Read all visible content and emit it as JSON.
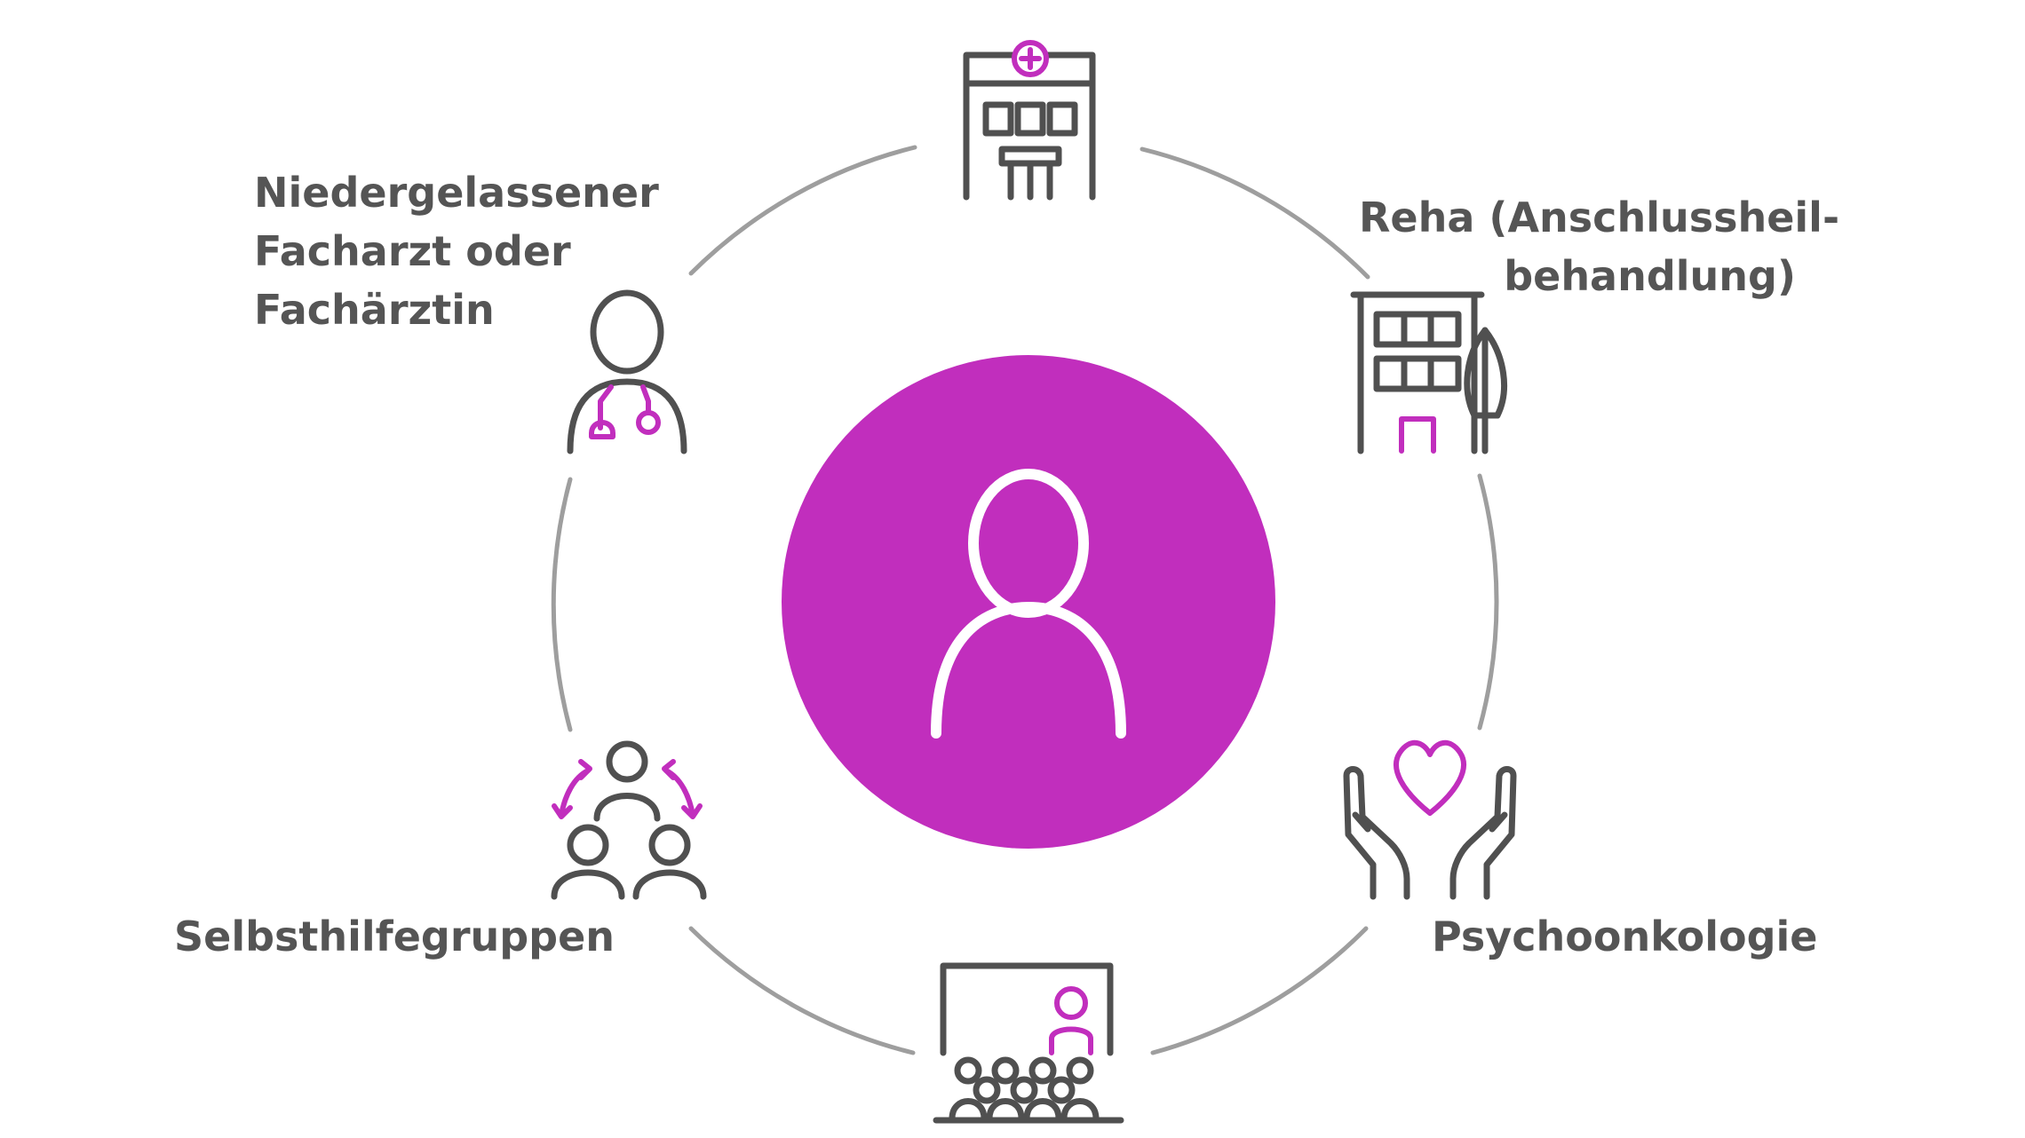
{
  "colors": {
    "accent": "#c12ebd",
    "icon_stroke": "#505050",
    "ring": "#9e9e9e",
    "label_text": "#555555",
    "background": "#ffffff"
  },
  "center": {
    "icon": "person-icon"
  },
  "nodes": [
    {
      "id": "hospital",
      "icon": "hospital-icon",
      "label_lines": []
    },
    {
      "id": "rehab",
      "icon": "rehab-building-icon",
      "label_lines": [
        "Reha (Anschlussheil-",
        "behandlung)"
      ]
    },
    {
      "id": "psychooncology",
      "icon": "caring-hands-heart-icon",
      "label_lines": [
        "Psychoonkologie"
      ]
    },
    {
      "id": "education",
      "icon": "presentation-audience-icon",
      "label_lines": []
    },
    {
      "id": "self-help",
      "icon": "group-exchange-icon",
      "label_lines": [
        "Selbsthilfegruppen"
      ]
    },
    {
      "id": "specialist",
      "icon": "doctor-stethoscope-icon",
      "label_lines": [
        "Niedergelassener",
        "Facharzt oder",
        "Fachärztin"
      ]
    }
  ]
}
